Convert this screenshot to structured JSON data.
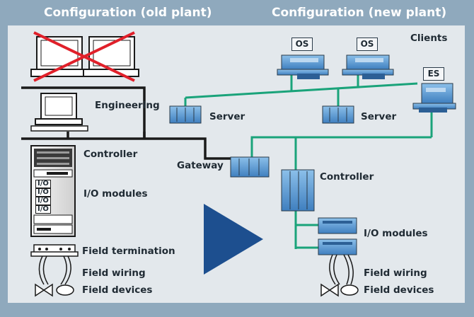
{
  "headers": {
    "old_plant": "Configuration (old plant)",
    "new_plant": "Configuration (new plant)"
  },
  "old_plant": {
    "engineering": "Engineering",
    "controller": "Controller",
    "io_modules": "I/O modules",
    "io_slot_label": "I/O",
    "field_termination": "Field termination",
    "field_wiring": "Field wiring",
    "field_devices": "Field devices"
  },
  "new_plant": {
    "clients": "Clients",
    "os_label_1": "OS",
    "os_label_2": "OS",
    "es_label": "ES",
    "server_1": "Server",
    "server_2": "Server",
    "gateway": "Gateway",
    "controller": "Controller",
    "io_modules": "I/O modules",
    "field_wiring": "Field wiring",
    "field_devices": "Field devices"
  },
  "colors": {
    "frame": "#8fa9bd",
    "panel": "#e3e8ec",
    "black_bus": "#1a1a1a",
    "green_bus": "#1aa37a",
    "device_blue": "#4f8fc8",
    "arrow": "#1d4f8f",
    "cross": "#e0202a"
  }
}
